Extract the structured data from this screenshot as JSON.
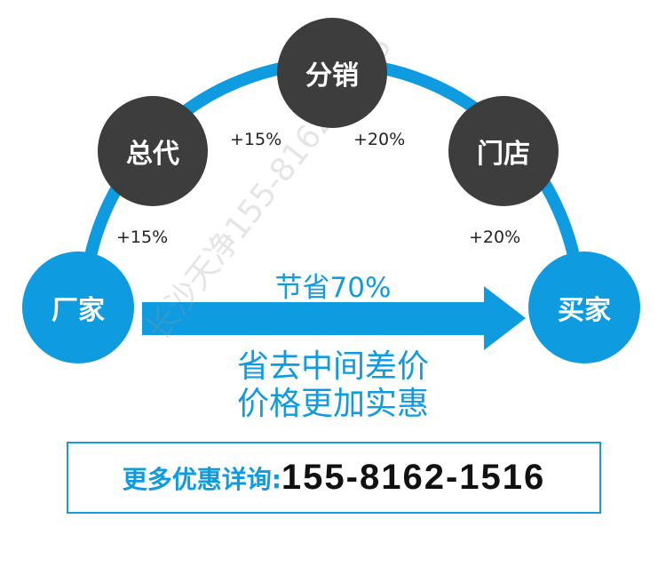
{
  "colors": {
    "accent": "#0f9be0",
    "node_dark": "#3d3d3d"
  },
  "nodes": {
    "factory": "厂家",
    "general_agent": "总代",
    "distributor": "分销",
    "store": "门店",
    "buyer": "买家"
  },
  "markups": {
    "factory_to_agent": "+15%",
    "agent_to_distributor": "+15%",
    "distributor_to_store": "+20%",
    "store_to_buyer": "+20%"
  },
  "savings": "节省70%",
  "slogan": [
    "省去中间差价",
    "价格更加实惠"
  ],
  "contact": {
    "label": "更多优惠详询:",
    "phone": "155-8162-1516"
  },
  "watermark": "长沙天净155-8162-1516"
}
